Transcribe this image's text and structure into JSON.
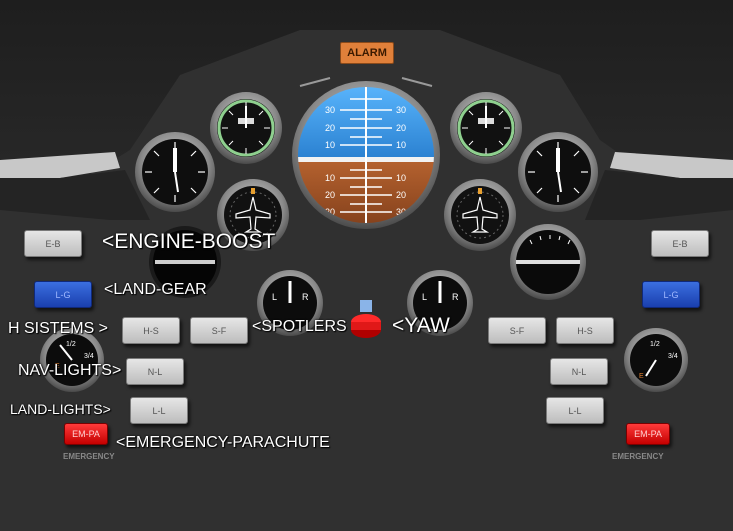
{
  "alarm": "ALARM",
  "buttons": {
    "left_eb": "E-B",
    "left_lg": "L-G",
    "left_hs": "H-S",
    "left_sf": "S-F",
    "left_nl": "N-L",
    "left_ll": "L-L",
    "left_empa": "EM-PA",
    "right_eb": "E-B",
    "right_lg": "L-G",
    "right_sf": "S-F",
    "right_hs": "H-S",
    "right_nl": "N-L",
    "right_ll": "L-L",
    "right_empa": "EM-PA"
  },
  "labels": {
    "engine_boost": "<ENGINE-BOOST",
    "land_gear": "<LAND-GEAR",
    "h_sistems": "H SISTEMS >",
    "spotlers": "<SPOTLERS",
    "yaw": "<YAW",
    "nav_lights": "NAV-LIGHTS>",
    "land_lights": "LAND-LIGHTS>",
    "emergency_parachute": "<EMERGENCY-PARACHUTE"
  },
  "emergency_left": "EMERGENCY",
  "emergency_right": "EMERGENCY",
  "attitude": {
    "pitch_marks": [
      "30",
      "20",
      "10",
      "10",
      "20",
      "30"
    ]
  },
  "gauge_text": {
    "gear_l": "L",
    "gear_r": "R",
    "fuel_half": "1/2",
    "fuel_3q": "3/4",
    "fuel_e": "E"
  },
  "colors": {
    "sky": "#3aa0e8",
    "ground": "#a8532a",
    "alarm": "#e0803a",
    "gear_button": "#2a55d0",
    "parachute_button": "#e01818"
  }
}
